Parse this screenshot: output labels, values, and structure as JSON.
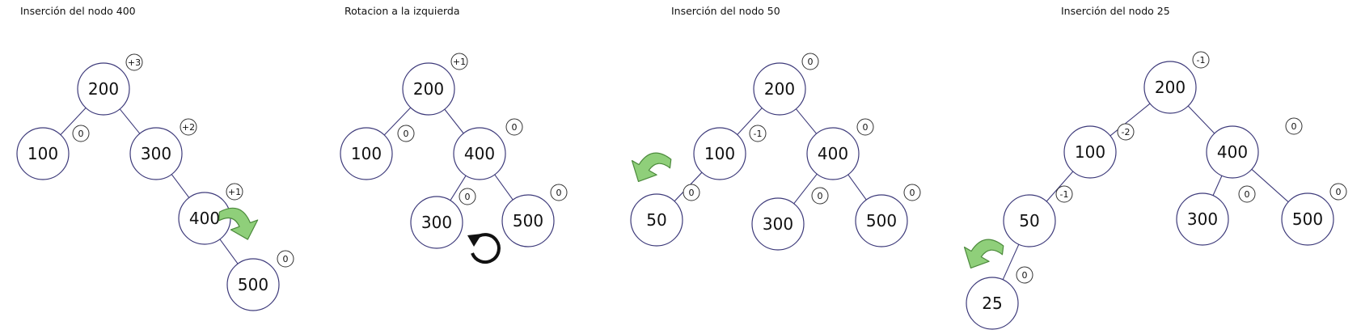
{
  "panels": [
    {
      "title": "Inserción del nodo 400",
      "nodes": [
        {
          "id": "n200",
          "label": "200",
          "bf": "+3"
        },
        {
          "id": "n100",
          "label": "100",
          "bf": "0"
        },
        {
          "id": "n300",
          "label": "300",
          "bf": "+2"
        },
        {
          "id": "n400",
          "label": "400",
          "bf": "+1"
        },
        {
          "id": "n500",
          "label": "500",
          "bf": "0"
        }
      ],
      "edges": [
        [
          "n200",
          "n100"
        ],
        [
          "n200",
          "n300"
        ],
        [
          "n300",
          "n400"
        ],
        [
          "n400",
          "n500"
        ]
      ],
      "marker": "green-rotation-arrow-right"
    },
    {
      "title": "Rotacion a la izquierda",
      "nodes": [
        {
          "id": "n200",
          "label": "200",
          "bf": "+1"
        },
        {
          "id": "n100",
          "label": "100",
          "bf": "0"
        },
        {
          "id": "n400",
          "label": "400",
          "bf": "0"
        },
        {
          "id": "n300",
          "label": "300",
          "bf": "0"
        },
        {
          "id": "n500",
          "label": "500",
          "bf": "0"
        }
      ],
      "edges": [
        [
          "n200",
          "n100"
        ],
        [
          "n200",
          "n400"
        ],
        [
          "n400",
          "n300"
        ],
        [
          "n400",
          "n500"
        ]
      ],
      "marker": "counterclockwise-rotation-icon"
    },
    {
      "title": "Inserción del nodo 50",
      "nodes": [
        {
          "id": "n200",
          "label": "200",
          "bf": "0"
        },
        {
          "id": "n100",
          "label": "100",
          "bf": "-1"
        },
        {
          "id": "n400",
          "label": "400",
          "bf": "0"
        },
        {
          "id": "n50",
          "label": "50",
          "bf": "0"
        },
        {
          "id": "n300",
          "label": "300",
          "bf": "0"
        },
        {
          "id": "n500",
          "label": "500",
          "bf": "0"
        }
      ],
      "edges": [
        [
          "n200",
          "n100"
        ],
        [
          "n200",
          "n400"
        ],
        [
          "n100",
          "n50"
        ],
        [
          "n400",
          "n300"
        ],
        [
          "n400",
          "n500"
        ]
      ],
      "marker": "green-rotation-arrow-left"
    },
    {
      "title": "Inserción del nodo 25",
      "nodes": [
        {
          "id": "n200",
          "label": "200",
          "bf": "-1"
        },
        {
          "id": "n100",
          "label": "100",
          "bf": "-2"
        },
        {
          "id": "n400",
          "label": "400",
          "bf": "0"
        },
        {
          "id": "n50",
          "label": "50",
          "bf": "-1"
        },
        {
          "id": "n300",
          "label": "300",
          "bf": "0"
        },
        {
          "id": "n500",
          "label": "500",
          "bf": "0"
        },
        {
          "id": "n25",
          "label": "25",
          "bf": "0"
        }
      ],
      "edges": [
        [
          "n200",
          "n100"
        ],
        [
          "n200",
          "n400"
        ],
        [
          "n100",
          "n50"
        ],
        [
          "n400",
          "n300"
        ],
        [
          "n400",
          "n500"
        ],
        [
          "n50",
          "n25"
        ]
      ],
      "marker": "green-rotation-arrow-left"
    }
  ],
  "colors": {
    "node_stroke": "#3d3a7a",
    "arrow_fill": "#8fcf7a",
    "arrow_stroke": "#4c8a3c",
    "text": "#111111"
  }
}
